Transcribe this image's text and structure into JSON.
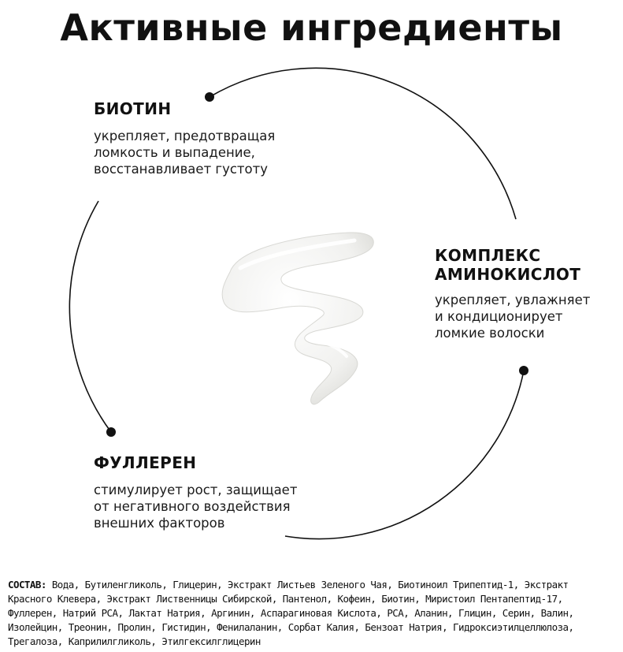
{
  "title": "Активные ингредиенты",
  "ingredients": {
    "biotin": {
      "name": "БИОТИН",
      "lines": [
        "укрепляет, предотвращая",
        "ломкость и выпадение,",
        "восстанавливает густоту"
      ]
    },
    "amino": {
      "name_lines": [
        "КОМПЛЕКС",
        "АМИНОКИСЛОТ"
      ],
      "lines": [
        "укрепляет, увлажняет",
        "и кондиционирует",
        "ломкие волоски"
      ]
    },
    "fullerene": {
      "name": "ФУЛЛЕРЕН",
      "lines": [
        "стимулирует рост, защищает",
        "от негативного воздействия",
        "внешних факторов"
      ]
    }
  },
  "composition": {
    "label": "СОСТАВ:",
    "text": " Вода, Бутиленгликоль, Глицерин, Экстракт Листьев Зеленого Чая, Биотиноил Трипептид-1, Экстракт Красного Клевера, Экстракт Лиственницы Сибирской, Пантенол, Кофеин, Биотин, Миристоил Пентапептид-17, Фуллерен, Натрий PCA, Лактат Натрия, Аргинин, Аспарагиновая Кислота, PCA, Аланин, Глицин, Серин, Валин, Изолейцин, Треонин, Пролин, Гистидин, Фенилаланин, Сорбат Калия, Бензоат Натрия, Гидроксиэтилцеллюлоза, Трегалоза, Каприлилгликоль, Этилгексилглицерин"
  },
  "colors": {
    "text": "#111111",
    "line": "#111111",
    "swatch": "#f3f3f1"
  }
}
